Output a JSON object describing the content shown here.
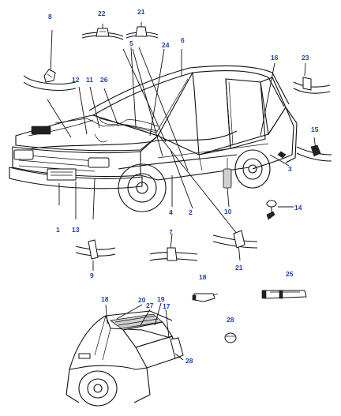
{
  "callouts": {
    "n1": "1",
    "n2": "2",
    "n3": "3",
    "n4": "4",
    "n5": "5",
    "n6": "6",
    "n7": "7",
    "n8": "8",
    "n9": "9",
    "n10": "10",
    "n11": "11",
    "n12": "12",
    "n13": "13",
    "n14": "14",
    "n15": "15",
    "n16": "16",
    "n17": "17",
    "n18a": "18",
    "n18b": "18",
    "n19": "19",
    "n20": "20",
    "n21a": "21",
    "n21b": "21",
    "n22": "22",
    "n23": "23",
    "n24": "24",
    "n25": "25",
    "n26": "26",
    "n27": "27",
    "n28a": "28",
    "n28b": "28"
  },
  "colors": {
    "callout": "#1f3fb3",
    "line": "#111111",
    "background": "#ffffff"
  }
}
